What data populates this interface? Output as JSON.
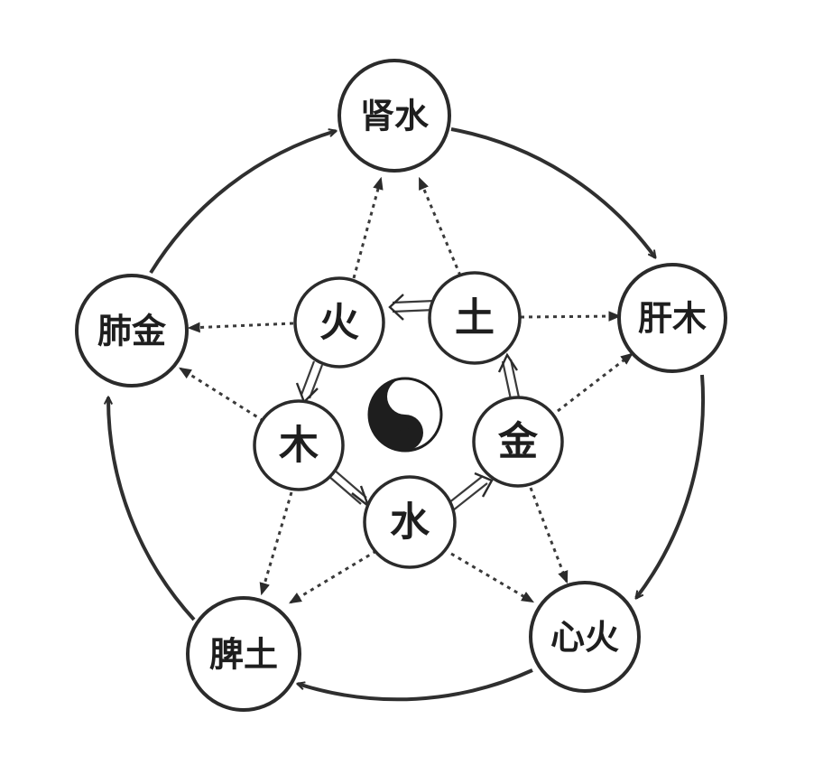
{
  "outer_nodes": {
    "kidney": "肾水",
    "liver": "肝木",
    "heart": "心火",
    "spleen": "脾土",
    "lung": "肺金"
  },
  "inner_nodes": {
    "fire": "火",
    "earth": "土",
    "wood": "木",
    "metal": "金",
    "water": "水"
  },
  "center_symbol": "yin-yang-icon",
  "colors": {
    "ink": "#2b2b2b",
    "background": "#ffffff"
  }
}
